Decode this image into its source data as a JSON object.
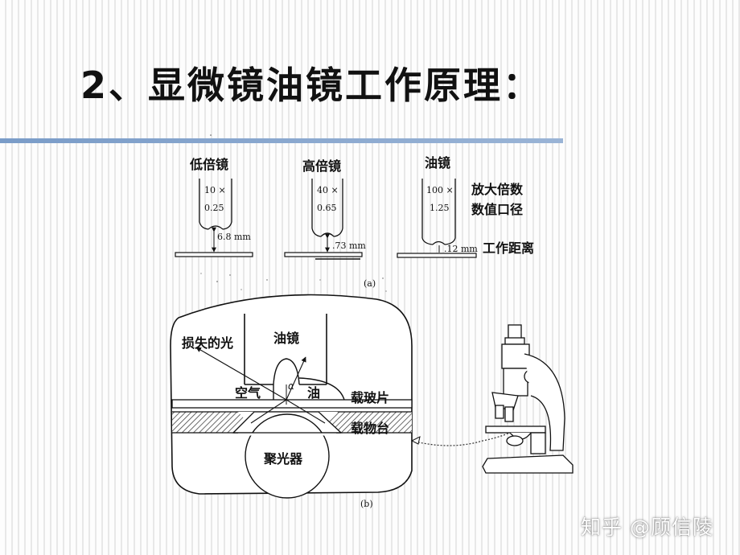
{
  "slide": {
    "title": "2、显微镜油镜工作原理："
  },
  "figure_a": {
    "objectives": [
      {
        "name": "低倍镜",
        "magnification": "10 ×",
        "numerical_aperture": "0.25",
        "working_distance": "6.8 mm"
      },
      {
        "name": "高倍镜",
        "magnification": "40 ×",
        "numerical_aperture": "0.65",
        "working_distance": ".73 mm"
      },
      {
        "name": "油镜",
        "magnification": "100 ×",
        "numerical_aperture": "1.25",
        "working_distance": ".12 mm"
      }
    ],
    "legend": {
      "magnification": "放大倍数",
      "aperture": "数值口径",
      "working_distance": "工作距离"
    },
    "caption": "(a)"
  },
  "figure_b": {
    "lost_light": "损失的光",
    "oil_lens": "油镜",
    "angle": "α",
    "air": "空气",
    "oil": "油",
    "slide": "载玻片",
    "stage": "载物台",
    "condenser": "聚光器",
    "caption": "(b)"
  },
  "watermark": "知乎 @顾信陵"
}
